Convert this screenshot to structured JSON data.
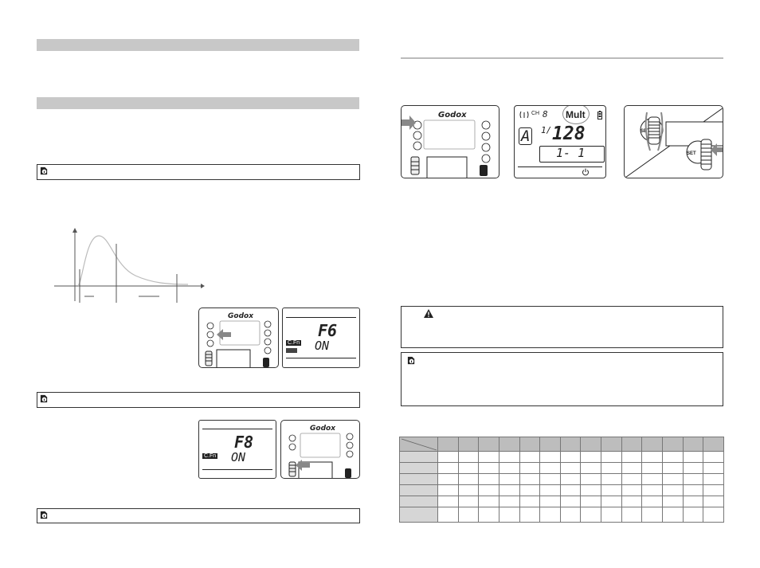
{
  "brand": "Godox",
  "icons": {
    "note": "note-info-icon",
    "warning": "warning-triangle-icon",
    "arrow": "press-arrow-icon",
    "dial": "set-dial-icon",
    "antenna": "antenna-icon",
    "battery": "battery-icon",
    "power": "power-icon"
  },
  "left_page": {
    "lcd_f6": {
      "code": "F6",
      "value": "ON",
      "cfn_label": "C.Fn"
    },
    "lcd_f8": {
      "code": "F8",
      "value": "ON",
      "cfn_label": "C.Fn"
    }
  },
  "right_page": {
    "lcd_mult": {
      "ch_label": "CH",
      "channel": "8",
      "mode": "Mult",
      "group": "A",
      "power_prefix": "1/",
      "power": "128",
      "freq_count": "1- 1"
    },
    "dial_label": "SET"
  },
  "colors": {
    "band": "#c8c8c8",
    "table_header": "#bdbdbd",
    "table_rowhead": "#d6d6d6",
    "curve": "#bbbbbb"
  }
}
